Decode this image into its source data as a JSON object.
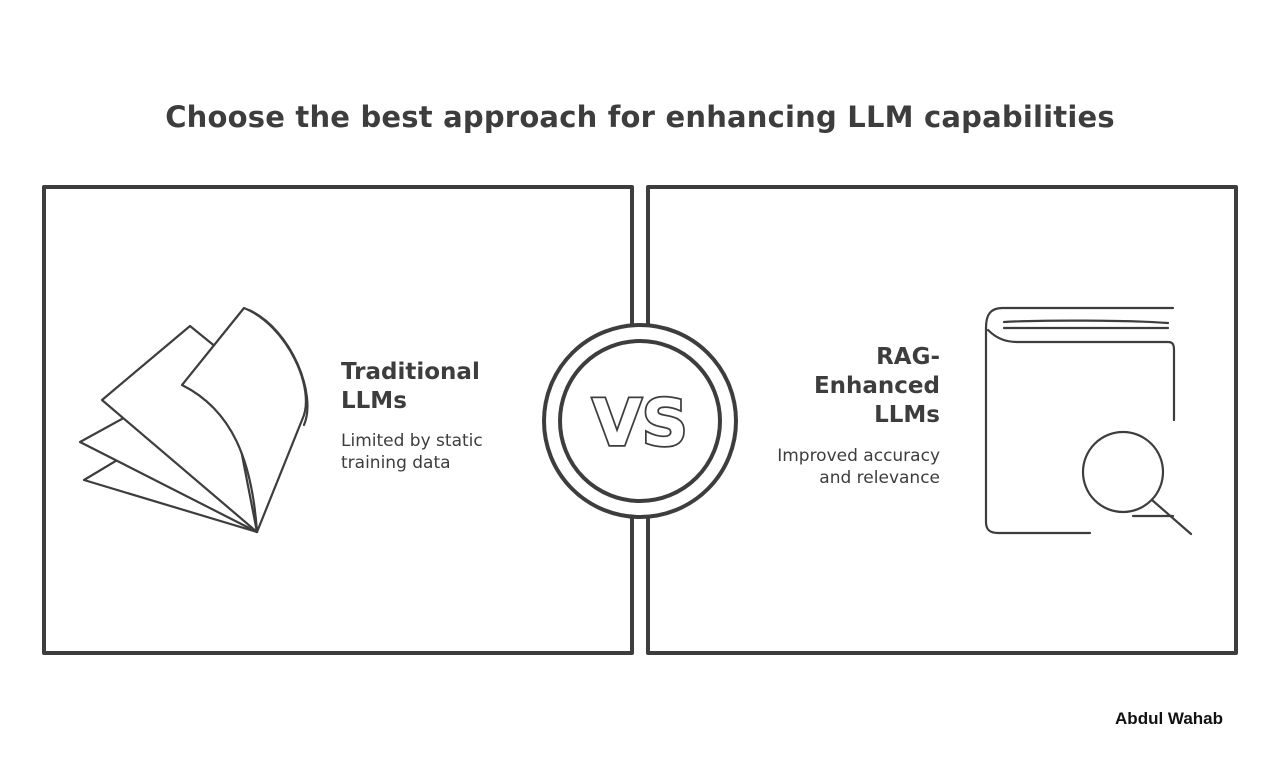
{
  "title": "Choose the best approach for enhancing LLM capabilities",
  "left_option": {
    "heading": "Traditional LLMs",
    "description": "Limited by static training data",
    "icon": "paper-stack-icon"
  },
  "right_option": {
    "heading": "RAG-Enhanced LLMs",
    "description": "Improved accuracy and relevance",
    "icon": "book-magnifier-icon"
  },
  "versus_label": "VS",
  "author": "Abdul Wahab",
  "colors": {
    "ink": "#3d3d3d",
    "background": "#ffffff",
    "author": "#111111"
  }
}
